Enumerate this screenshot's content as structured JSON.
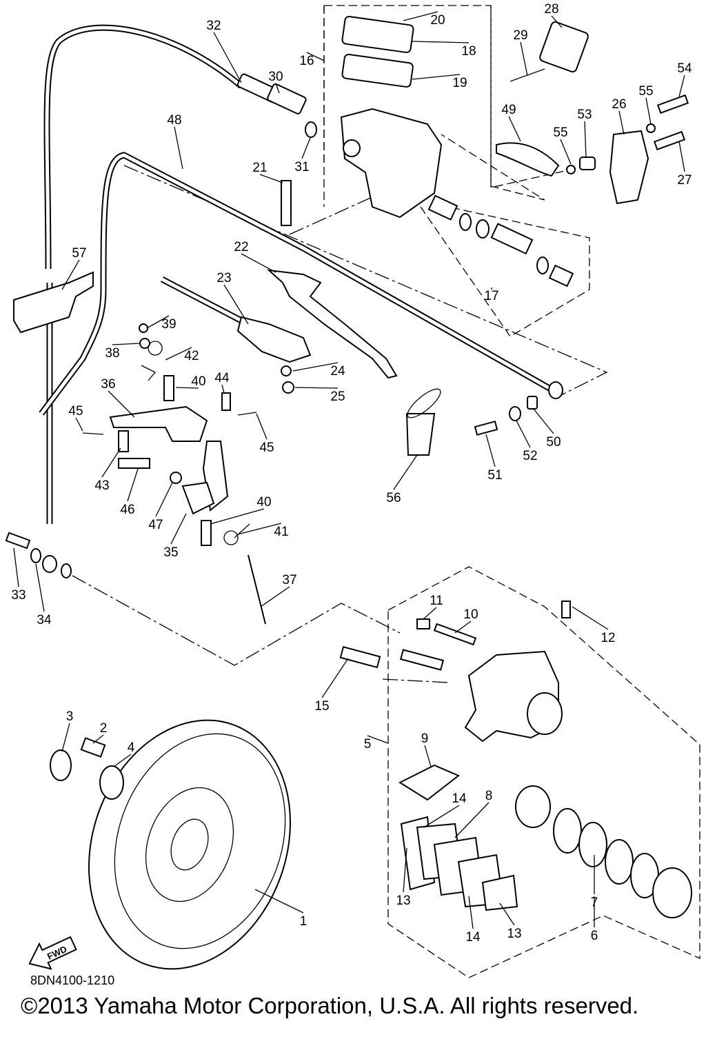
{
  "diagram": {
    "callouts": [
      "32",
      "30",
      "16",
      "20",
      "18",
      "19",
      "28",
      "29",
      "54",
      "55",
      "26",
      "53",
      "55",
      "27",
      "49",
      "48",
      "31",
      "21",
      "57",
      "22",
      "23",
      "17",
      "39",
      "38",
      "42",
      "36",
      "40",
      "44",
      "24",
      "25",
      "45",
      "45",
      "51",
      "52",
      "50",
      "56",
      "43",
      "46",
      "47",
      "40",
      "41",
      "35",
      "37",
      "33",
      "34",
      "11",
      "10",
      "12",
      "15",
      "5",
      "3",
      "2",
      "4",
      "9",
      "14",
      "8",
      "13",
      "7",
      "1",
      "14",
      "13",
      "6"
    ],
    "fwd_label": "FWD",
    "drawing_code": "8DN4100-1210",
    "copyright": "©2013 Yamaha Motor Corporation, U.S.A. All rights reserved."
  }
}
